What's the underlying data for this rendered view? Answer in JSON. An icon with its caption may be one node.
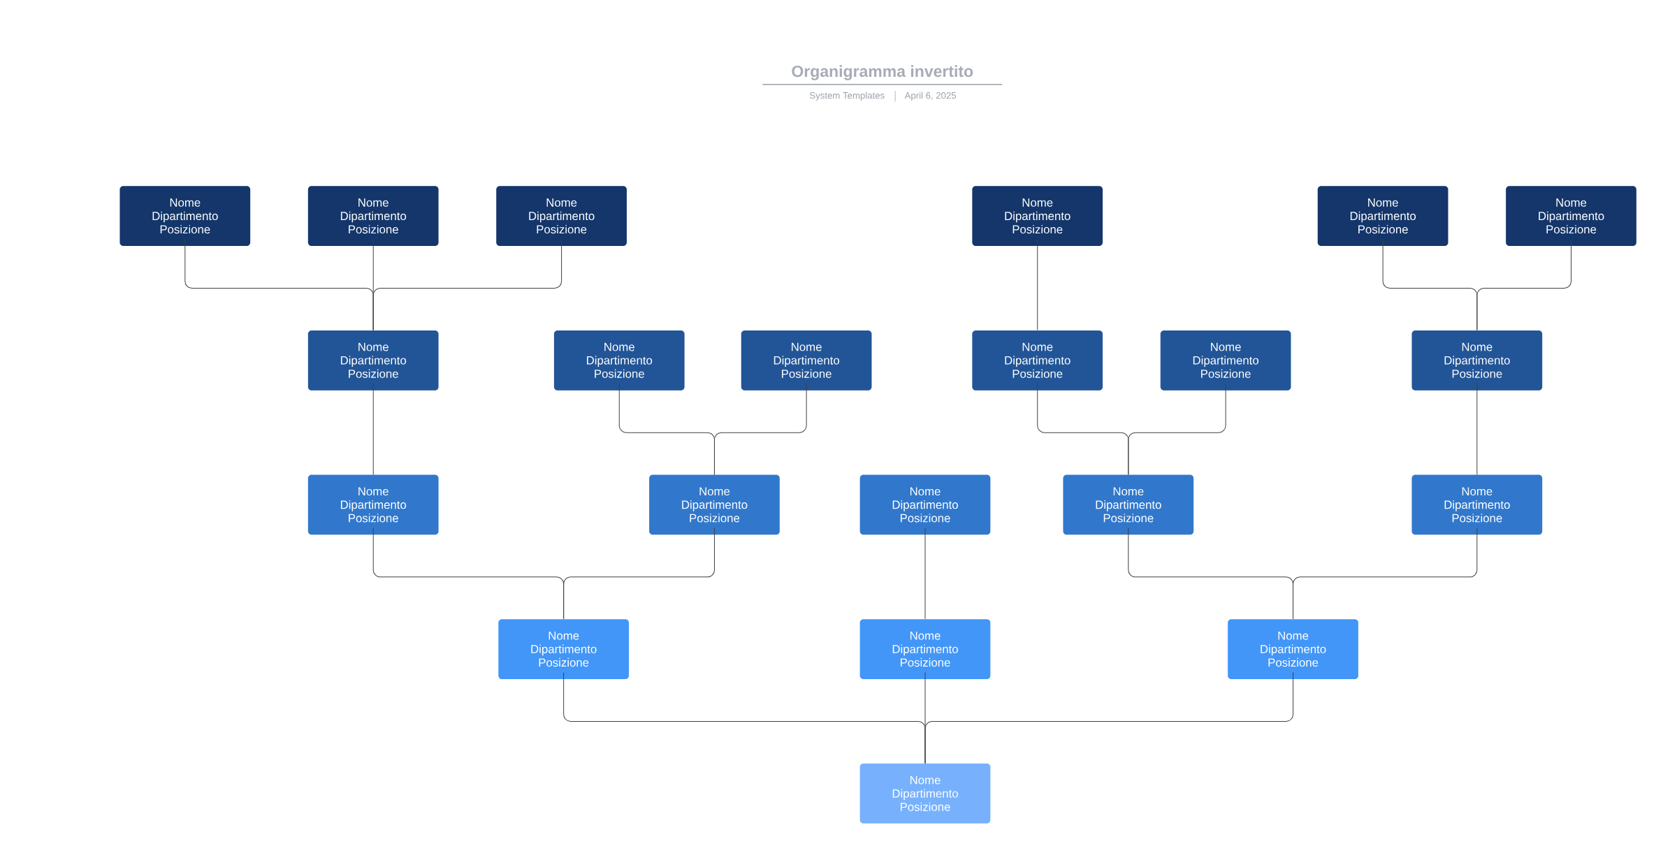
{
  "diagram": {
    "title": "Organigramma invertito",
    "nodes": [
      {
        "text": [
          "Nome",
          "Dipartimento",
          "Posizione"
        ]
      },
      {
        "text": [
          "Nome",
          "Dipartimento",
          "Posizione"
        ]
      },
      {
        "text": [
          "Nome",
          "Dipartimento",
          "Posizione"
        ]
      },
      {
        "text": [
          "Nome",
          "Dipartimento",
          "Posizione"
        ]
      },
      {
        "text": [
          "Nome",
          "Dipartimento",
          "Posizione"
        ]
      },
      {
        "text": [
          "Nome",
          "Dipartimento",
          "Posizione"
        ]
      },
      {
        "text": [
          "Nome",
          "Dipartimento",
          "Posizione"
        ]
      },
      {
        "text": [
          "Nome",
          "Dipartimento",
          "Posizione"
        ]
      },
      {
        "text": [
          "Nome",
          "Dipartimento",
          "Posizione"
        ]
      },
      {
        "text": [
          "Nome",
          "Dipartimento",
          "Posizione"
        ]
      },
      {
        "text": [
          "Nome",
          "Dipartimento",
          "Posizione"
        ]
      },
      {
        "text": [
          "Nome",
          "Dipartimento",
          "Posizione"
        ]
      },
      {
        "text": [
          "Nome",
          "Dipartimento",
          "Posizione"
        ]
      },
      {
        "text": [
          "Nome",
          "Dipartimento",
          "Posizione"
        ]
      },
      {
        "text": [
          "Nome",
          "Dipartimento",
          "Posizione"
        ]
      },
      {
        "text": [
          "Nome",
          "Dipartimento",
          "Posizione"
        ]
      },
      {
        "text": [
          "Nome",
          "Dipartimento",
          "Posizione"
        ]
      },
      {
        "text": [
          "Nome",
          "Dipartimento",
          "Posizione"
        ]
      },
      {
        "text": [
          "Nome",
          "Dipartimento",
          "Posizione"
        ]
      },
      {
        "text": [
          "Nome",
          "Dipartimento",
          "Posizione"
        ]
      },
      {
        "text": [
          "Nome",
          "Dipartimento",
          "Posizione"
        ]
      }
    ],
    "edges": [
      {
        "from": 0,
        "to": 6,
        "arrow": "none"
      },
      {
        "from": 1,
        "to": 6,
        "arrow": "none"
      },
      {
        "from": 2,
        "to": 6,
        "arrow": "none"
      },
      {
        "from": 3,
        "to": 9,
        "arrow": "none"
      },
      {
        "from": 4,
        "to": 11,
        "arrow": "none"
      },
      {
        "from": 5,
        "to": 11,
        "arrow": "none"
      },
      {
        "from": 6,
        "to": 12,
        "arrow": "none"
      },
      {
        "from": 7,
        "to": 13,
        "arrow": "none"
      },
      {
        "from": 8,
        "to": 13,
        "arrow": "none"
      },
      {
        "from": 9,
        "to": 15,
        "arrow": "none"
      },
      {
        "from": 10,
        "to": 15,
        "arrow": "none"
      },
      {
        "from": 11,
        "to": 16,
        "arrow": "none"
      },
      {
        "from": 12,
        "to": 17,
        "arrow": "none"
      },
      {
        "from": 13,
        "to": 17,
        "arrow": "none"
      },
      {
        "from": 14,
        "to": 18,
        "arrow": "none"
      },
      {
        "from": 15,
        "to": 19,
        "arrow": "none"
      },
      {
        "from": 16,
        "to": 19,
        "arrow": "none"
      },
      {
        "from": 17,
        "to": 20,
        "arrow": "none"
      },
      {
        "from": 18,
        "to": 20,
        "arrow": "none"
      },
      {
        "from": 19,
        "to": 20,
        "arrow": "none"
      }
    ],
    "labels": [
      "System Templates",
      "April 6, 2025"
    ]
  }
}
